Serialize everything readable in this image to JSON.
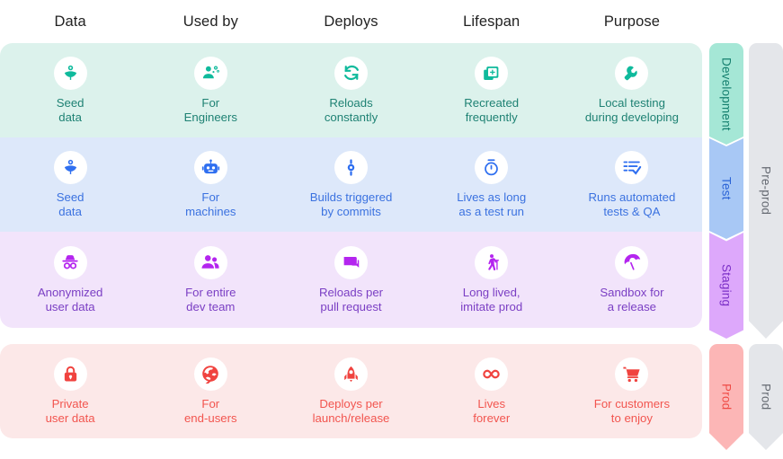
{
  "columns": [
    {
      "label": "Data"
    },
    {
      "label": "Used by"
    },
    {
      "label": "Deploys"
    },
    {
      "label": "Lifespan"
    },
    {
      "label": "Purpose"
    }
  ],
  "rows": [
    {
      "env": "Development",
      "env_color": "#a5e7d6",
      "row_bg": "#dcf2ec",
      "text_color": "#1f8274",
      "icon_color": "#0fba9c",
      "cells": [
        {
          "icon": "seedling-icon",
          "text": "Seed\ndata"
        },
        {
          "icon": "engineer-icon",
          "text": "For\nEngineers"
        },
        {
          "icon": "reload-icon",
          "text": "Reloads\nconstantly"
        },
        {
          "icon": "copy-add-icon",
          "text": "Recreated\nfrequently"
        },
        {
          "icon": "wrench-icon",
          "text": "Local testing\nduring developing"
        }
      ]
    },
    {
      "env": "Test",
      "env_color": "#a8c8f5",
      "row_bg": "#dde8fa",
      "text_color": "#3b72e0",
      "icon_color": "#2f6ff0",
      "cells": [
        {
          "icon": "seedling-icon",
          "text": "Seed\ndata"
        },
        {
          "icon": "robot-icon",
          "text": "For\nmachines"
        },
        {
          "icon": "commit-icon",
          "text": "Builds triggered\nby commits"
        },
        {
          "icon": "stopwatch-icon",
          "text": "Lives as long\nas a test run"
        },
        {
          "icon": "checklist-icon",
          "text": "Runs automated\ntests & QA"
        }
      ]
    },
    {
      "env": "Staging",
      "env_color": "#dda8fb",
      "row_bg": "#f2e4fb",
      "text_color": "#7b3fc4",
      "icon_color": "#b425ef",
      "cells": [
        {
          "icon": "incognito-icon",
          "text": "Anonymized\nuser data"
        },
        {
          "icon": "people-icon",
          "text": "For entire\ndev team"
        },
        {
          "icon": "comment-icon",
          "text": "Reloads per\npull request"
        },
        {
          "icon": "elderly-walking-icon",
          "text": "Long lived,\nimitate prod"
        },
        {
          "icon": "beach-umbrella-icon",
          "text": "Sandbox for\na release"
        }
      ]
    },
    {
      "env": "Prod",
      "env_color": "#fcb6b6",
      "row_bg": "#fce8e8",
      "text_color": "#f2554f",
      "icon_color": "#f0433f",
      "cells": [
        {
          "icon": "lock-icon",
          "text": "Private\nuser data"
        },
        {
          "icon": "globe-icon",
          "text": "For\nend-users"
        },
        {
          "icon": "rocket-icon",
          "text": "Deploys per\nlaunch/release"
        },
        {
          "icon": "infinity-icon",
          "text": "Lives\nforever"
        },
        {
          "icon": "shopping-cart-icon",
          "text": "For customers\nto enjoy"
        }
      ]
    }
  ],
  "groups": [
    {
      "label": "Pre-prod"
    },
    {
      "label": "Prod"
    }
  ]
}
